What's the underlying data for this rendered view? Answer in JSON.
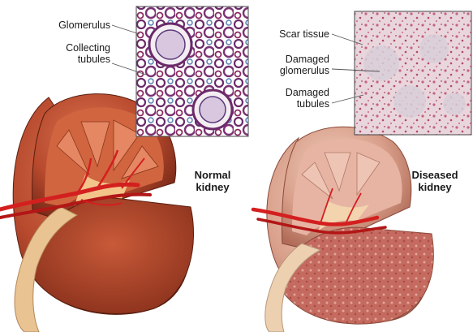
{
  "labels": {
    "glomerulus": "Glomerulus",
    "collecting_tubules_1": "Collecting",
    "collecting_tubules_2": "tubules",
    "normal_kidney_1": "Normal",
    "normal_kidney_2": "kidney",
    "scar_tissue": "Scar tissue",
    "damaged_glomerulus_1": "Damaged",
    "damaged_glomerulus_2": "glomerulus",
    "damaged_tubules_1": "Damaged",
    "damaged_tubules_2": "tubules",
    "diseased_kidney_1": "Diseased",
    "diseased_kidney_2": "kidney"
  },
  "colors": {
    "normal_kidney": "#b84a2e",
    "normal_medulla": "#e0845f",
    "diseased_kidney": "#d49a86",
    "diseased_cortex": "#c77d73",
    "vessel": "#d41f1f",
    "ureter": "#e8c090",
    "normal_histology_stain": "#6b2a6a",
    "diseased_histology_stain": "#c6637f"
  }
}
